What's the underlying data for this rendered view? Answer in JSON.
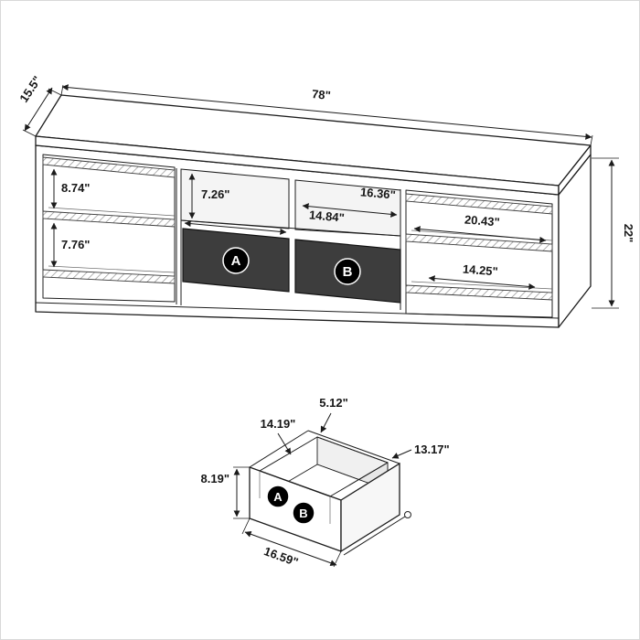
{
  "main_view": {
    "overall_width": "78\"",
    "overall_depth": "15.5\"",
    "overall_height": "22\"",
    "left_cabinet": {
      "upper_shelf_height": "8.74\"",
      "lower_shelf_height": "7.76\""
    },
    "center_section": {
      "cubby_height": "7.26\"",
      "left_cubby_width": "14.84\"",
      "right_cubby_width": "16.36\"",
      "drawer_a_label": "A",
      "drawer_b_label": "B"
    },
    "right_cabinet": {
      "shelf_width": "20.43\"",
      "lower_shelf_width": "14.25\""
    }
  },
  "drawer_view": {
    "back_panel_height": "5.12\"",
    "interior_width": "14.19\"",
    "interior_depth": "13.17\"",
    "front_height": "8.19\"",
    "front_width": "16.59\"",
    "drawer_a_label": "A",
    "drawer_b_label": "B"
  },
  "colors": {
    "line": "#1c1c1c",
    "drawer_front": "#3d3d3d",
    "badge": "#000000"
  }
}
